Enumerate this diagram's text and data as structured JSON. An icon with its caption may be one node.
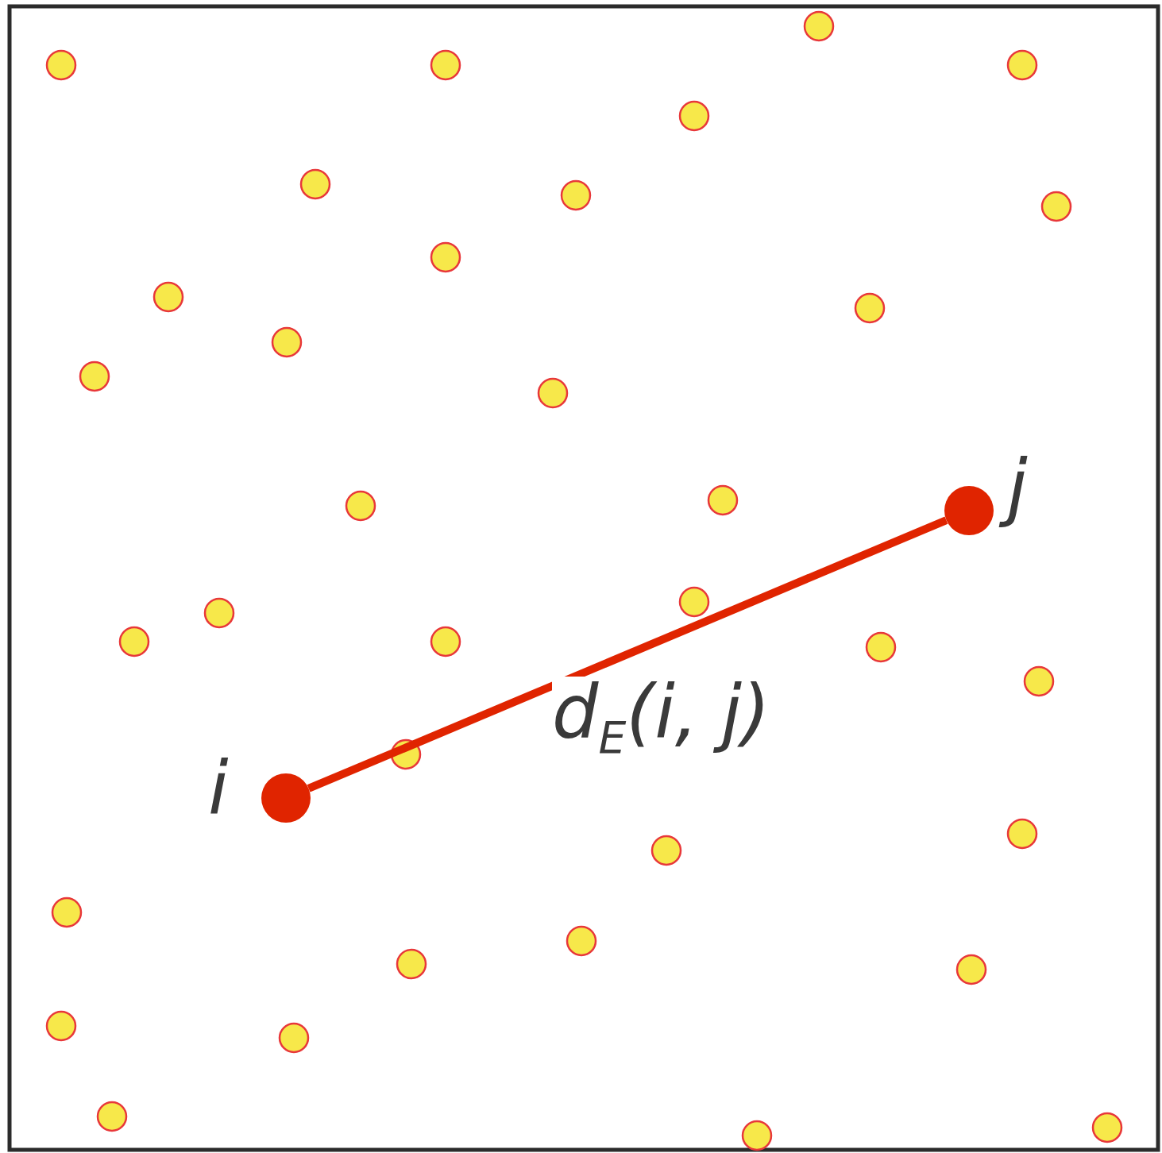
{
  "diagram": {
    "nodes": [
      {
        "text": [],
        "shape": "circle",
        "beside": [
          "i"
        ]
      },
      {
        "text": [],
        "shape": "circle",
        "beside": [
          "j"
        ]
      }
    ],
    "edges": [
      {
        "from": 0,
        "to": 1,
        "arrow": "none",
        "label": "d$_{E}$(i, j)"
      }
    ]
  }
}
